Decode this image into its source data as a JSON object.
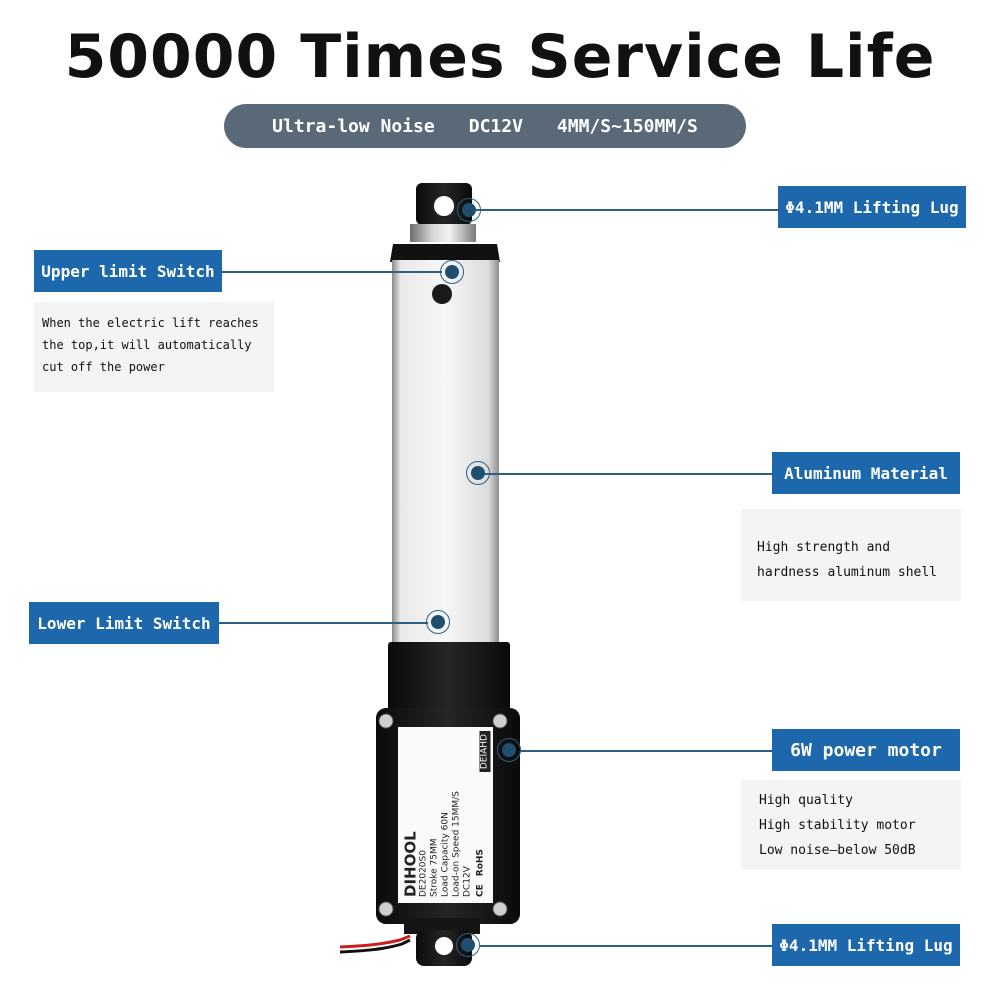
{
  "title": "50000 Times Service Life",
  "specs": [
    "Ultra-low Noise",
    "DC12V",
    "4MM/S~150MM/S"
  ],
  "callouts": {
    "top_lug": {
      "label": "Φ4.1MM Lifting Lug"
    },
    "upper_switch": {
      "label": "Upper limit Switch",
      "desc": [
        "When the electric lift reaches",
        "the top,it will automatically",
        "cut off the power"
      ]
    },
    "aluminum": {
      "label": "Aluminum Material",
      "desc": [
        "High strength and",
        "hardness aluminum shell"
      ]
    },
    "lower_switch": {
      "label": "Lower Limit Switch"
    },
    "motor": {
      "label": "6W power motor",
      "desc": [
        "High quality",
        "High stability motor",
        "Low noise—below 50dB"
      ]
    },
    "bottom_lug": {
      "label": "Φ4.1MM Lifting Lug"
    }
  },
  "product_label": {
    "brand": "DIHOOL",
    "model": "DE2020S0",
    "lines": [
      "Stroke 75MM",
      "Load Capacity 60N",
      "Load-on Speed 15MM/S",
      "DC12V"
    ],
    "rohs": "RoHS",
    "ce": "CE",
    "bottom_brand": "DEIAHD"
  },
  "colors": {
    "label_bg": "#1d68ad",
    "pill_bg": "#5a6978",
    "line": "#2c5f83",
    "desc_bg": "#f4f4f4"
  }
}
